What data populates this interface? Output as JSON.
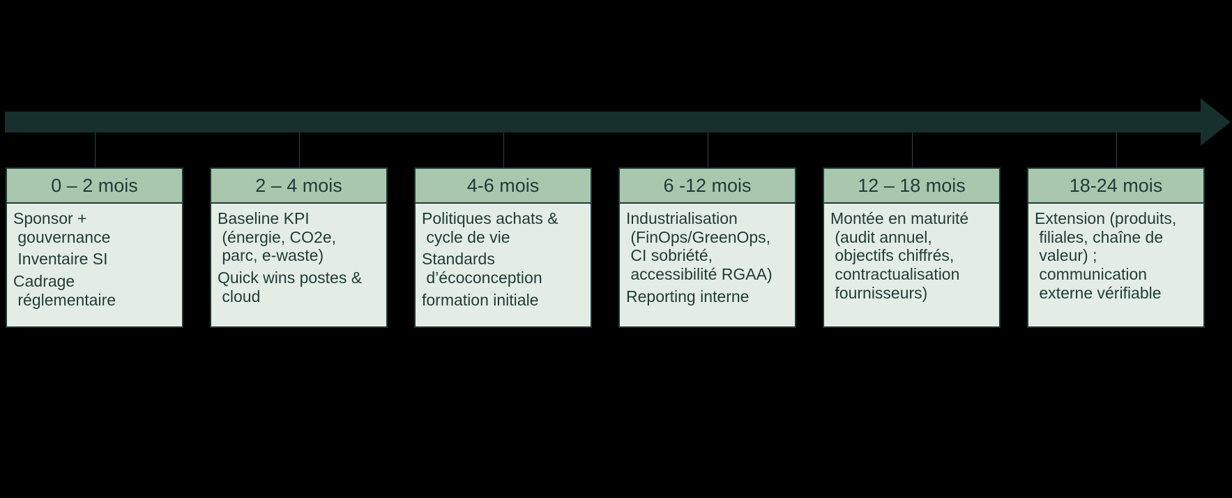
{
  "colors": {
    "bg": "#000000",
    "arrow": "#17302e",
    "tick": "#2e4a45",
    "border": "#1d3a36",
    "header_bg": "#a8c7ad",
    "body_bg": "#e4ede5",
    "text": "#1e3c39"
  },
  "timeline": {
    "phases": [
      {
        "period": "0 – 2 mois",
        "items": [
          "Sponsor +\n gouvernance",
          " Inventaire SI",
          "Cadrage\n réglementaire"
        ]
      },
      {
        "period": "2 – 4 mois",
        "items": [
          "Baseline KPI\n (énergie, CO2e,\n parc, e-waste)",
          "Quick wins postes &\n cloud"
        ]
      },
      {
        "period": "4-6 mois",
        "items": [
          "Politiques achats &\n cycle de vie",
          "Standards\n d’écoconception",
          "formation initiale"
        ]
      },
      {
        "period": "6 -12 mois",
        "items": [
          "Industrialisation\n (FinOps/GreenOps,\n CI sobriété,\n accessibilité RGAA)",
          "Reporting interne"
        ]
      },
      {
        "period": "12 – 18 mois",
        "items": [
          "Montée en maturité\n (audit annuel,\n objectifs chiffrés,\n contractualisation\n fournisseurs)"
        ]
      },
      {
        "period": "18-24 mois",
        "items": [
          "Extension (produits,\n filiales, chaîne de\n valeur) ;\n communication\n externe vérifiable"
        ]
      }
    ]
  }
}
